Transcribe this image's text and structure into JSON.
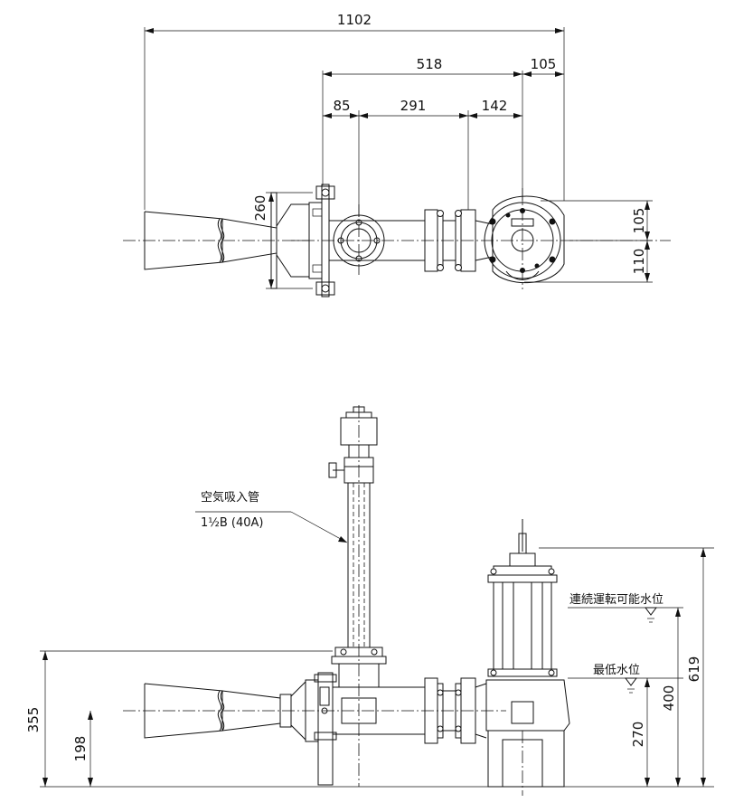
{
  "dimensions": {
    "top_1102": "1102",
    "top_518": "518",
    "top_105": "105",
    "top_85": "85",
    "top_291": "291",
    "top_142": "142",
    "right_105": "105",
    "right_110": "110",
    "left_260": "260",
    "left_355": "355",
    "left_198": "198",
    "right_619": "619",
    "right_400": "400",
    "right_270": "270"
  },
  "labels": {
    "air_intake_pipe": "空気吸入管",
    "air_intake_size": "1½B (40A)",
    "continuous_water_level": "連続運転可能水位",
    "minimum_water_level": "最低水位"
  }
}
